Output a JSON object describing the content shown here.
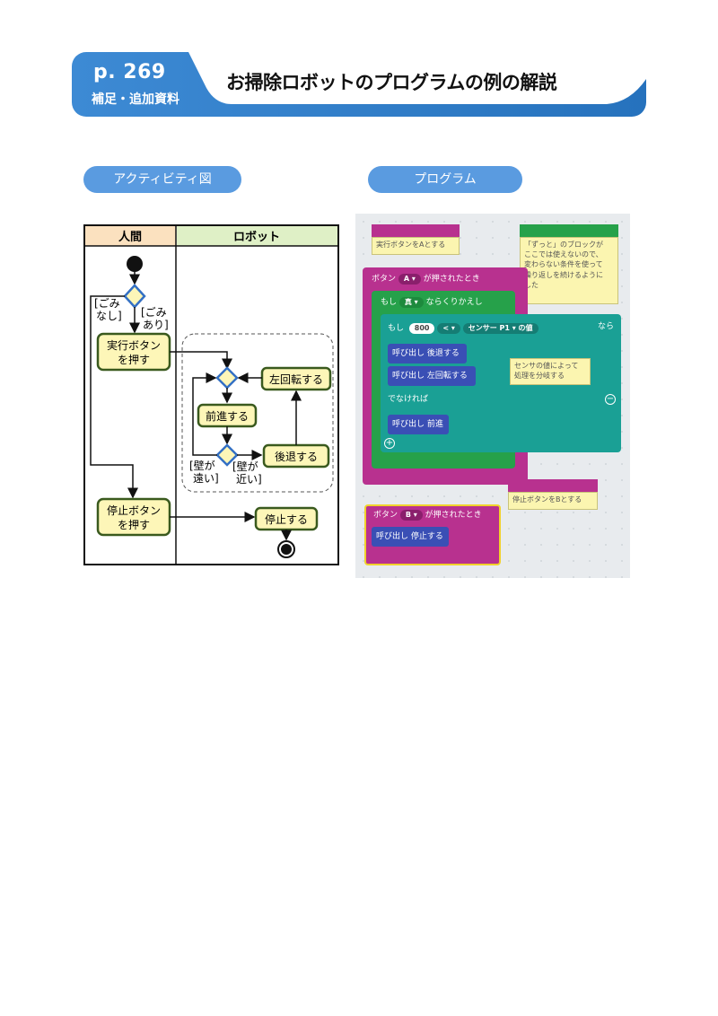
{
  "header": {
    "page_number": "p. 269",
    "subtitle": "補足・追加資料",
    "title": "お掃除ロボットのプログラムの例の解説"
  },
  "sections": {
    "left_label": "アクティビティ図",
    "right_label": "プログラム"
  },
  "activity": {
    "lane_human": "人間",
    "lane_robot": "ロボット",
    "guard_no_trash": "[ごみ\nなし]",
    "guard_trash": "[ごみ\nあり]",
    "run_button": "実行ボタン\nを押す",
    "turn_left": "左回転する",
    "forward": "前進する",
    "back": "後退する",
    "wall_far": "[壁が\n遠い]",
    "wall_near": "[壁が\n近い]",
    "stop_button": "停止ボタン\nを押す",
    "stop": "停止する"
  },
  "program": {
    "comment_a": "実行ボタンをAとする",
    "comment_forever": "「ずっと」のブロックが\nここでは使えないので、\n変わらない条件を使って\n繰り返しを続けるように\nした",
    "comment_branch": "センサの値によって\n処理を分岐する",
    "comment_b": "停止ボタンをBとする",
    "event_a_prefix": "ボタン",
    "event_a_button": "A ▾",
    "event_a_suffix": "が押されたとき",
    "while_prefix": "もし",
    "while_cond": "真 ▾",
    "while_suffix": "ならくりかえし",
    "if_prefix": "もし",
    "if_value": "800",
    "if_op": "< ▾",
    "if_sensor": "センサー",
    "if_pin": "P1 ▾",
    "if_of": "の値",
    "if_then": "なら",
    "call_back": "呼び出し 後退する",
    "call_left": "呼び出し 左回転する",
    "else_label": "でなければ",
    "call_forward": "呼び出し 前進",
    "event_b_prefix": "ボタン",
    "event_b_button": "B ▾",
    "event_b_suffix": "が押されたとき",
    "call_stop": "呼び出し 停止する"
  }
}
